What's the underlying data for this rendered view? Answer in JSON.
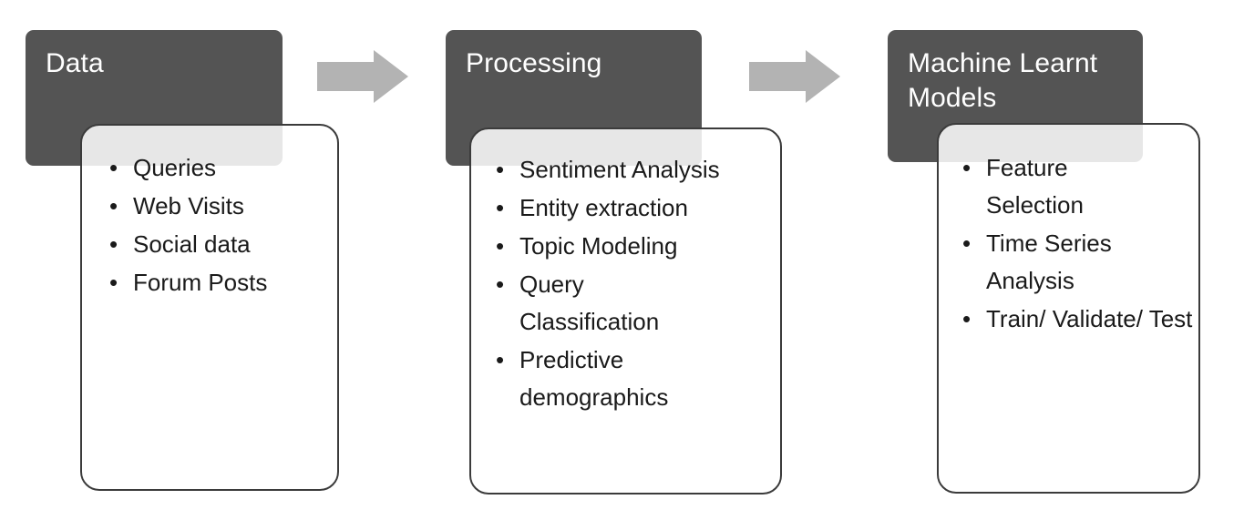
{
  "diagram": {
    "type": "pipeline-flow",
    "orientation": "left-to-right",
    "stage_count": 3,
    "colors": {
      "header_fill": "#545454",
      "header_text": "#ffffff",
      "card_fill": "#ffffff",
      "card_border": "#3b3b3b",
      "card_overlap_fill": "#ececec",
      "arrow_fill": "#b3b3b3",
      "body_text": "#1a1a1a",
      "background": "#ffffff"
    },
    "stages": [
      {
        "id": "data",
        "title": "Data",
        "items": [
          "Queries",
          "Web Visits",
          "Social data",
          "Forum Posts"
        ]
      },
      {
        "id": "processing",
        "title": "Processing",
        "items": [
          "Sentiment Analysis",
          "Entity extraction",
          "Topic Modeling",
          "Query Classification",
          "Predictive demographics"
        ]
      },
      {
        "id": "machine-learnt-models",
        "title": "Machine Learnt\nModels",
        "items": [
          "Feature Selection",
          "Time Series Analysis",
          "Train/ Validate/ Test"
        ]
      }
    ],
    "connectors": [
      {
        "id": "arrow-data-to-processing",
        "from": "data",
        "to": "processing",
        "glyph": "right-arrow"
      },
      {
        "id": "arrow-processing-to-models",
        "from": "processing",
        "to": "machine-learnt-models",
        "glyph": "right-arrow"
      }
    ],
    "bullet_glyph": "•"
  }
}
